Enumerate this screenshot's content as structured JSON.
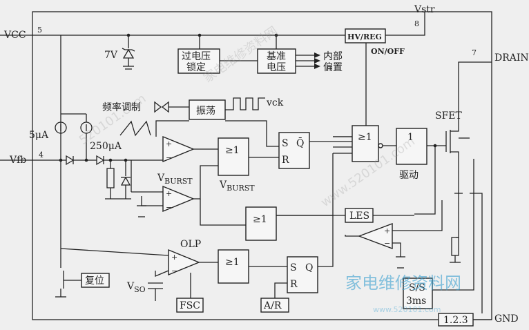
{
  "pins": {
    "vcc": "VCC",
    "vcc_num": "5",
    "vstr": "Vstr",
    "vstr_num": "8",
    "drain": "DRAIN",
    "drain_num": "7",
    "vfb": "Vfb",
    "vfb_num": "4",
    "gnd": "GND",
    "gnd_block": "1.2.3"
  },
  "blocks": {
    "hvreg": "HV/REG",
    "onoff": "ON/OFF",
    "ovp_line1": "过电压",
    "ovp_line2": "锁定",
    "ref_line1": "基准",
    "ref_line2": "电压",
    "internal": "内部",
    "bias": "偏置",
    "osc": "振荡",
    "freq_mod": "频率调制",
    "vck": "vck",
    "or1": "≥1",
    "or2": "≥1",
    "or3": "≥1",
    "or4": "≥1",
    "sr1_s": "S",
    "sr1_q": "Q̄",
    "sr1_r": "R",
    "sr2_s": "S",
    "sr2_q": "Q",
    "sr2_r": "R",
    "driver_sym": "1",
    "driver": "驱动",
    "sfet": "SFET",
    "les": "LES",
    "olp": "OLP",
    "vburst1": "V",
    "vburst1_sub": "BURST",
    "vburst2": "V",
    "vburst2_sub": "BURST",
    "vso": "V",
    "vso_sub": "SO",
    "fsc": "FSC",
    "ar": "A/R",
    "ss_line1": "S/S",
    "ss_line2": "3ms",
    "reset": "复位",
    "i5ua": "5μA",
    "i250ua": "250μA",
    "zener7v": "7V"
  },
  "watermark": {
    "main": "家电维修资料网",
    "url": "www.520101.com",
    "diag1": "家电维修资料网",
    "diag2": "www.520101.com",
    "diag3": "520101.com"
  }
}
